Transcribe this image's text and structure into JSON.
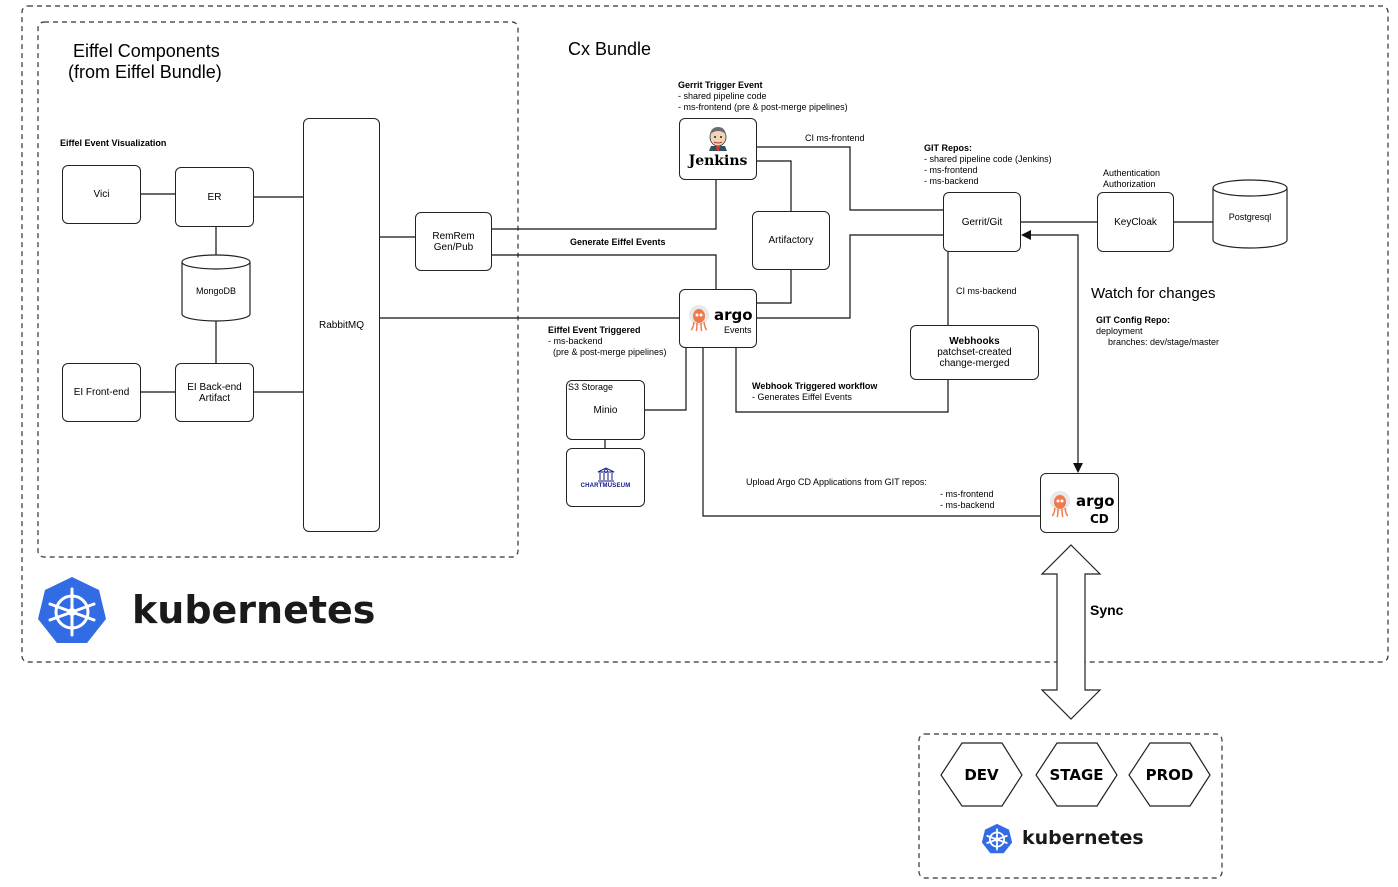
{
  "eiffel": {
    "title_line1": "Eiffel Components",
    "title_line2": "(from Eiffel Bundle)",
    "viz_label": "Eiffel Event Visualization",
    "vici": "Vici",
    "er": "ER",
    "mongodb": "MongoDB",
    "ei_frontend": "EI Front-end",
    "ei_backend_line1": "EI Back-end",
    "ei_backend_line2": "Artifact",
    "rabbitmq": "RabbitMQ",
    "remrem_line1": "RemRem",
    "remrem_line2": "Gen/Pub"
  },
  "cx": {
    "title": "Cx Bundle",
    "gerrit_trigger_title": "Gerrit Trigger Event",
    "gerrit_trigger_l1": "- shared pipeline code",
    "gerrit_trigger_l2": "- ms-frontend (pre & post-merge pipelines)",
    "jenkins": "Jenkins",
    "ci_frontend": "CI ms-frontend",
    "artifactory": "Artifactory",
    "generate_events": "Generate Eiffel Events",
    "argo_word": "argo",
    "argo_events_sub": "Events",
    "eiffel_triggered_title": "Eiffel Event Triggered",
    "eiffel_triggered_l1": "- ms-backend",
    "eiffel_triggered_l2": "(pre & post-merge pipelines)",
    "s3_label": "S3 Storage",
    "minio": "Minio",
    "chartmuseum": "CHARTMUSEUM",
    "git_repos_title": "GIT Repos:",
    "git_repos_l1": "- shared pipeline code (Jenkins)",
    "git_repos_l2": "- ms-frontend",
    "git_repos_l3": "- ms-backend",
    "gerrit_git": "Gerrit/Git",
    "auth_l1": "Authentication",
    "auth_l2": "Authorization",
    "keycloak": "KeyCloak",
    "postgresql": "Postgresql",
    "ci_backend": "CI ms-backend",
    "watch": "Watch for changes",
    "config_repo_title": "GIT Config Repo:",
    "config_repo_l1": "deployment",
    "config_repo_l2": "branches: dev/stage/master",
    "webhooks_title": "Webhooks",
    "webhooks_l1": "patchset-created",
    "webhooks_l2": "change-merged",
    "webhook_wf_title": "Webhook Triggered workflow",
    "webhook_wf_l1": "- Generates Eiffel Events",
    "upload_l0": "Upload Argo CD Applications from GIT repos:",
    "upload_l1": "- ms-frontend",
    "upload_l2": "- ms-backend",
    "argo_cd_sub": "CD",
    "sync": "Sync"
  },
  "kubernetes": {
    "label": "kubernetes",
    "small_label": "kubernetes",
    "envs": [
      "DEV",
      "STAGE",
      "PROD"
    ]
  },
  "colors": {
    "k8s_blue": "#326CE5",
    "argo_orange": "#EF7B4D",
    "chartmuseum_blue": "#0F1689"
  },
  "icons": [
    "kubernetes-logo-icon",
    "jenkins-logo-icon",
    "argo-logo-icon",
    "chartmuseum-logo-icon"
  ]
}
